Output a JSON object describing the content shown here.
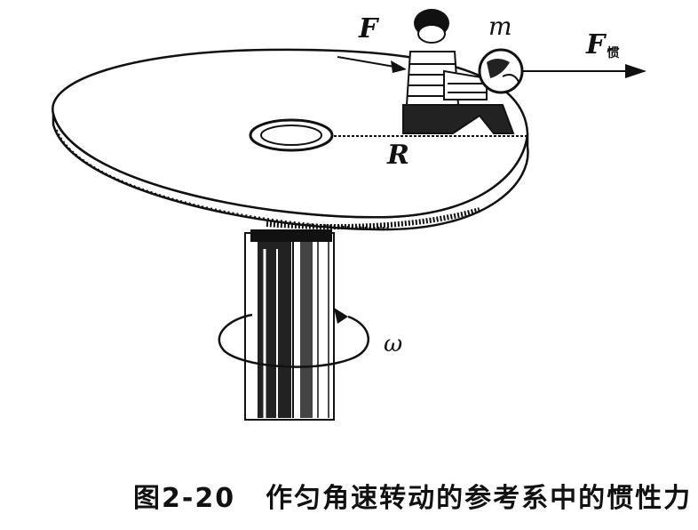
{
  "labels": {
    "force": "F",
    "mass": "m",
    "inertial_force": "F",
    "inertial_force_sub": "惯",
    "radius": "R",
    "angular_velocity": "ω"
  },
  "caption": {
    "number": "图2-20",
    "text": "作匀角速转动的参考系中的惯性力"
  },
  "colors": {
    "ink": "#111111",
    "background": "#ffffff"
  }
}
